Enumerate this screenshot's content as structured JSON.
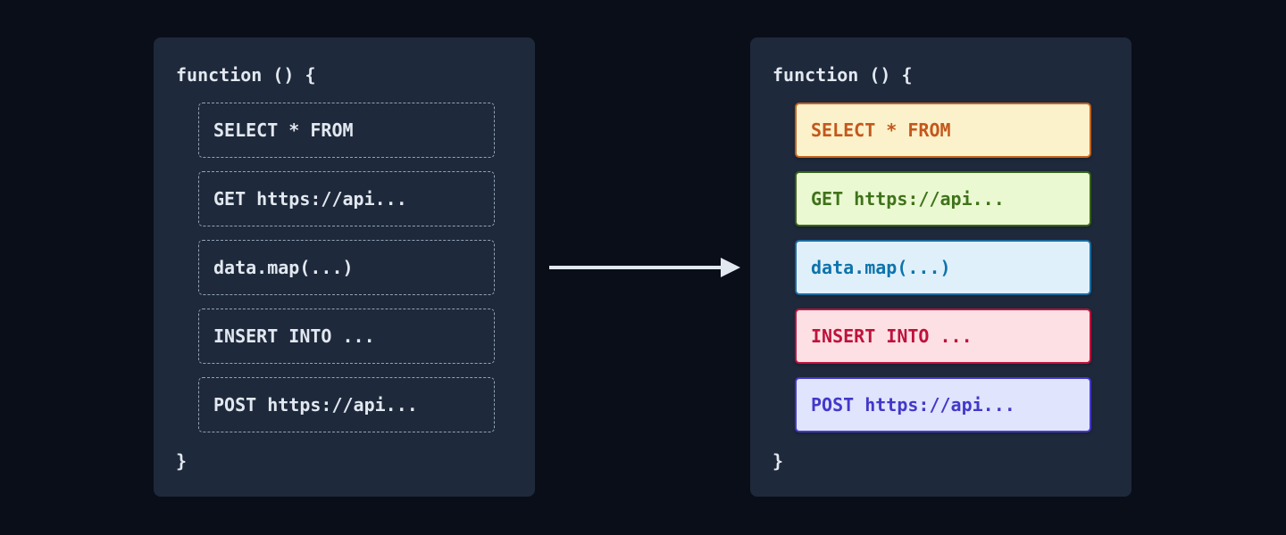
{
  "page": {
    "background": "#0a0e19",
    "panel_bg": "#1e293b",
    "panel_text": "#e2e8f0",
    "dashed_border": "#94a3b8",
    "arrow_color": "#e2e8f0"
  },
  "left_panel": {
    "function_open": "function () {",
    "function_close": "}",
    "blocks": [
      {
        "label": "SELECT * FROM"
      },
      {
        "label": "GET https://api..."
      },
      {
        "label": "data.map(...)"
      },
      {
        "label": "INSERT INTO ..."
      },
      {
        "label": "POST https://api..."
      }
    ]
  },
  "right_panel": {
    "function_open": "function () {",
    "function_close": "}",
    "blocks": [
      {
        "label": "SELECT * FROM",
        "bg": "#fbf1ca",
        "border": "#c3641f",
        "text": "#c3581c"
      },
      {
        "label": "GET https://api...",
        "bg": "#eaf9d1",
        "border": "#39621b",
        "text": "#3f731a"
      },
      {
        "label": "data.map(...)",
        "bg": "#dff0fa",
        "border": "#1a6b9f",
        "text": "#0e73ac"
      },
      {
        "label": "INSERT INTO ...",
        "bg": "#fde0e3",
        "border": "#be123c",
        "text": "#be123c"
      },
      {
        "label": "POST https://api...",
        "bg": "#e0e4fc",
        "border": "#4338ca",
        "text": "#4338ca"
      }
    ]
  }
}
